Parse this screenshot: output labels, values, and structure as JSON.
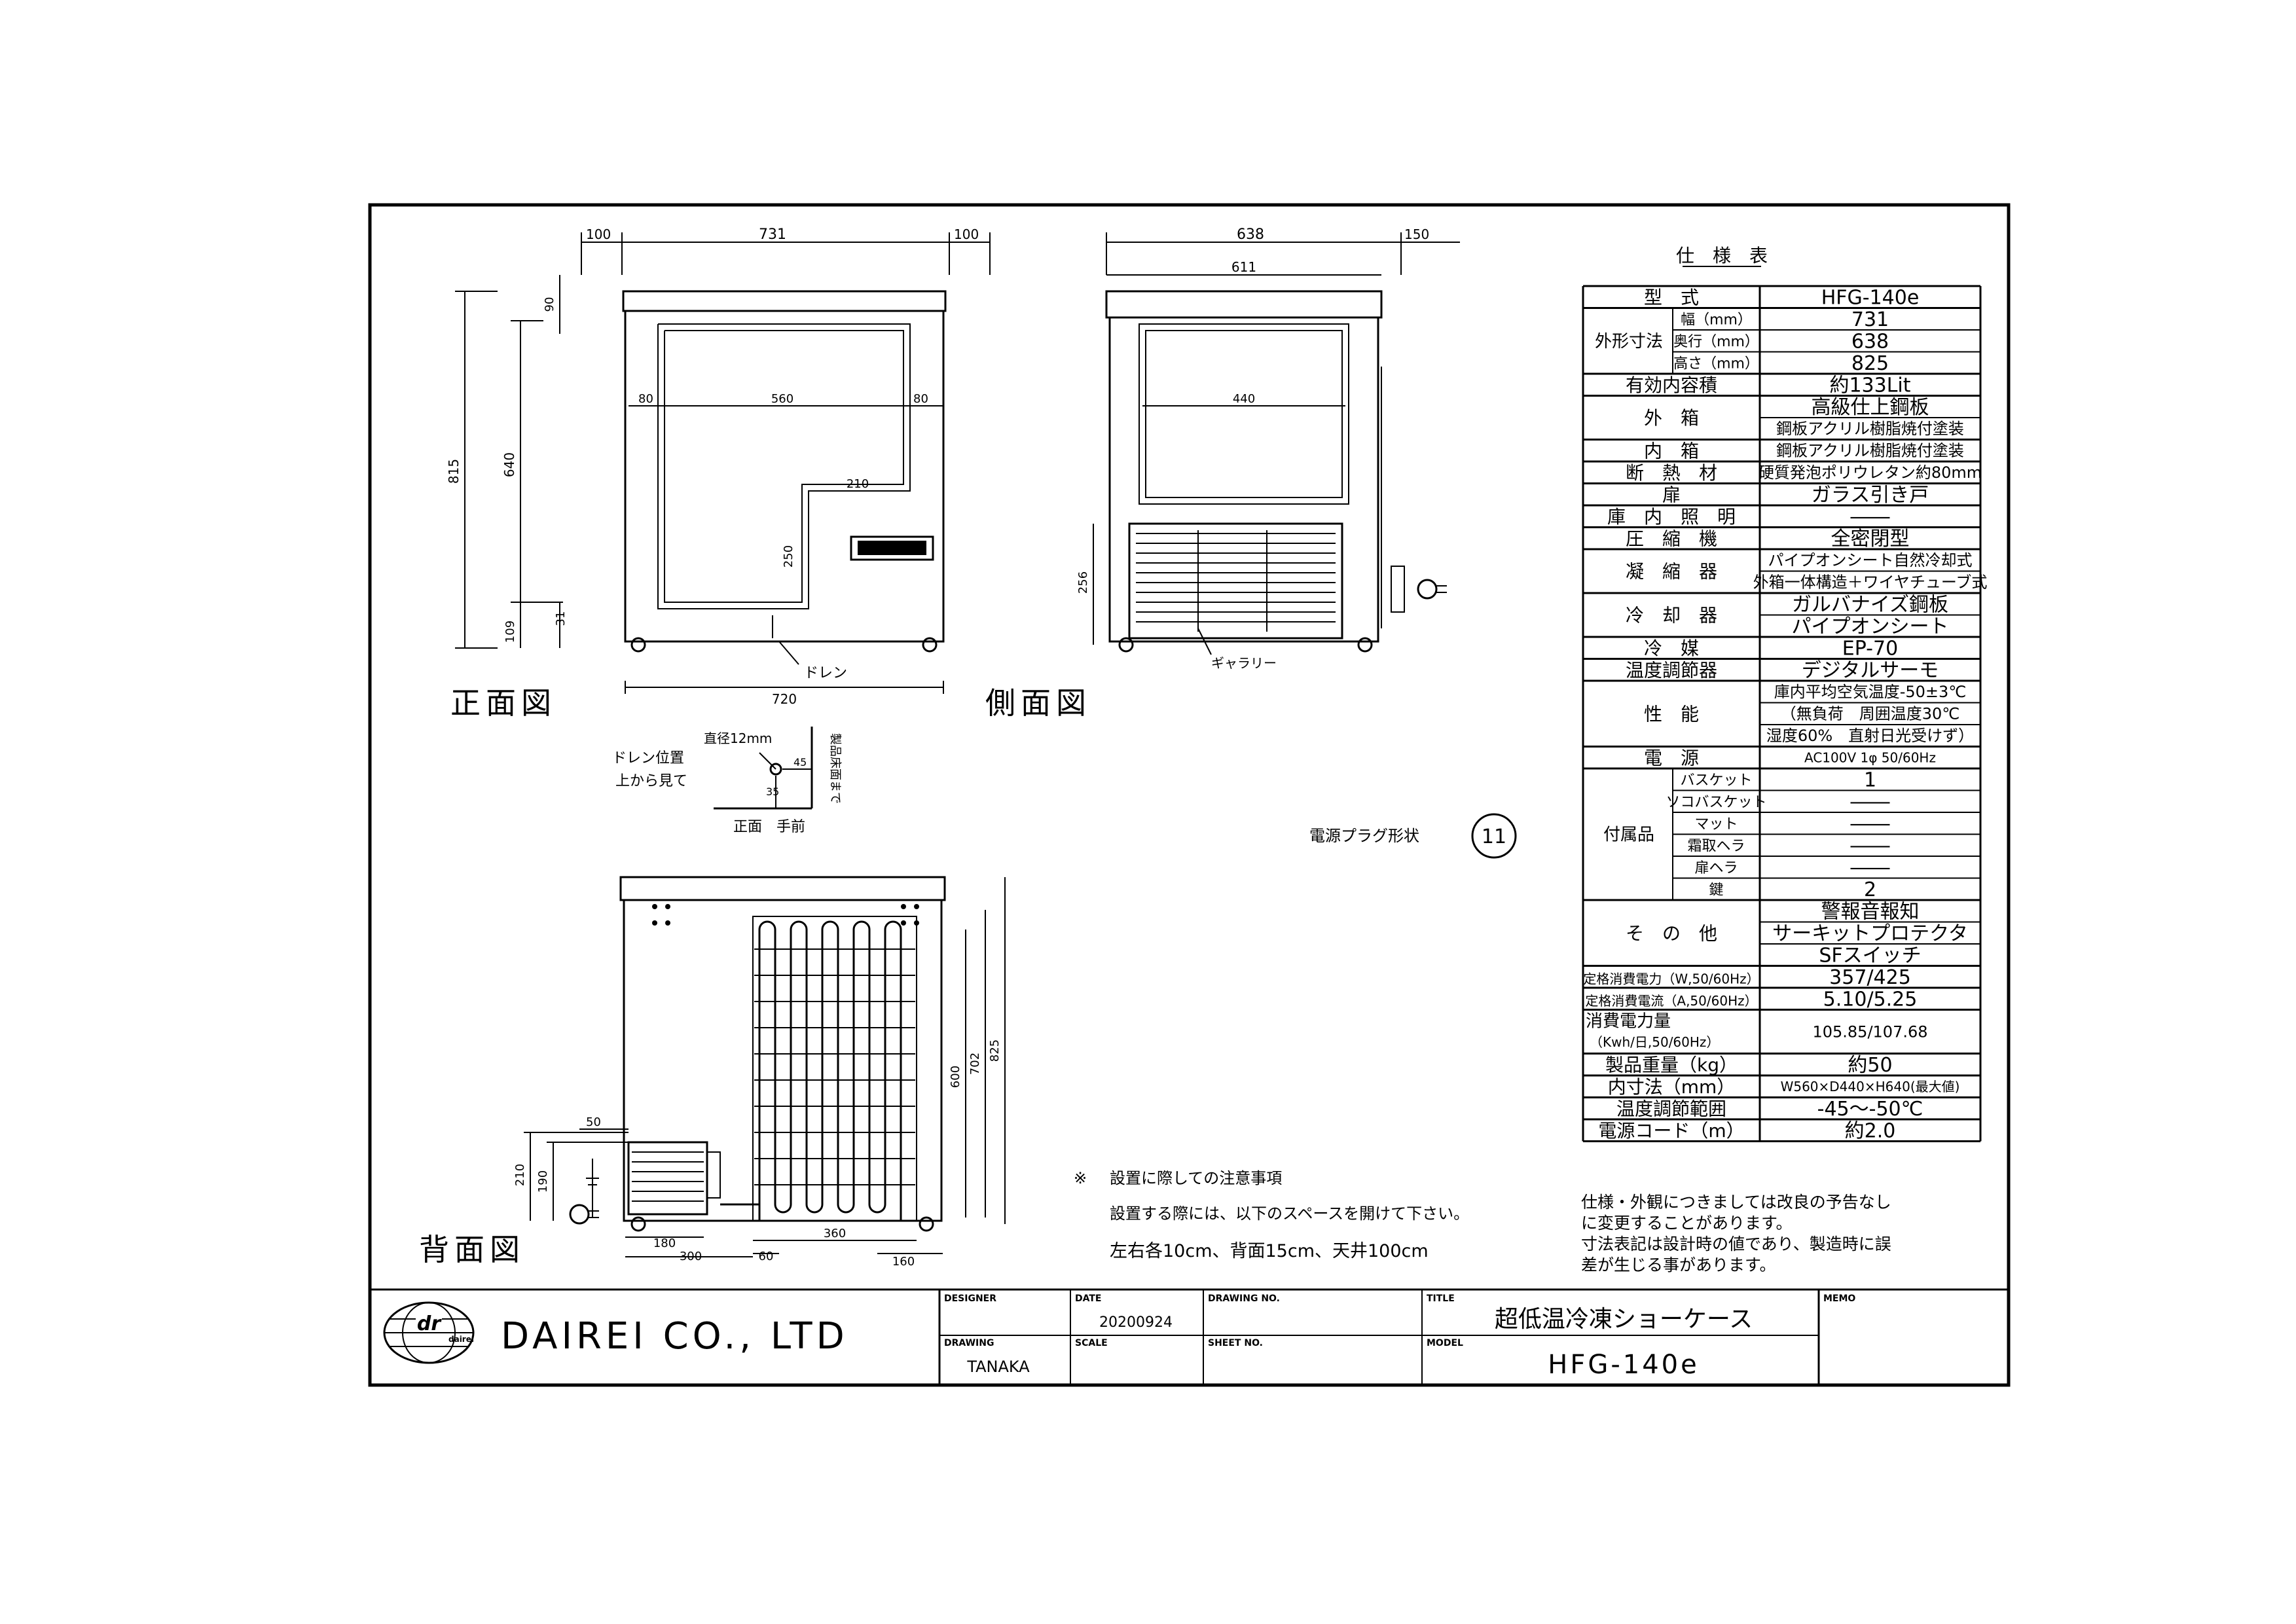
{
  "views": {
    "front_title": "正面図",
    "side_title": "側面図",
    "back_title": "背面図"
  },
  "front_dims": {
    "top_left_clear": "100",
    "width": "731",
    "top_right_clear": "100",
    "lid_height": "90",
    "height_815": "815",
    "height_640": "640",
    "height_31": "31",
    "height_109": "109",
    "left_80": "80",
    "inner_560": "560",
    "right_80": "80",
    "step_210": "210",
    "step_250": "250",
    "base_720": "720",
    "drain_label": "ドレン"
  },
  "side_dims": {
    "depth": "638",
    "rear_clear": "150",
    "depth_611": "611",
    "inner_440": "440",
    "height_256": "256",
    "gallery_label": "ギャラリー"
  },
  "drain_detail": {
    "title_line1": "ドレン位置",
    "title_line2": "上から見て",
    "diameter": "直径12mm",
    "dim_a": "45",
    "dim_b": "35",
    "side_note": "製品床面まで",
    "front_label": "正面　手前"
  },
  "plug": {
    "label": "電源プラグ形状",
    "code": "11"
  },
  "back_dims": {
    "dim_50": "50",
    "dim_210": "210",
    "dim_190": "190",
    "dim_180": "180",
    "dim_300": "300",
    "dim_60": "60",
    "dim_360": "360",
    "dim_160": "160",
    "dim_600": "600",
    "dim_702": "702",
    "dim_825": "825"
  },
  "install_note": {
    "mark": "※",
    "heading": "設置に際しての注意事項",
    "line1": "設置する際には、以下のスペースを開けて下さい。",
    "line2": "左右各10cm、背面15cm、天井100cm"
  },
  "spec": {
    "title": "仕　様　表",
    "rows": [
      {
        "label": "型　式",
        "value": "HFG-140e"
      },
      {
        "label": "外形寸法",
        "sub": [
          "幅（mm）",
          "奥行（mm）",
          "高さ（mm）"
        ],
        "values": [
          "731",
          "638",
          "825"
        ]
      },
      {
        "label": "有効内容積",
        "value": "約133Lit"
      },
      {
        "label": "外　箱",
        "values": [
          "高級仕上鋼板",
          "鋼板アクリル樹脂焼付塗装"
        ]
      },
      {
        "label": "内　箱",
        "value": "鋼板アクリル樹脂焼付塗装"
      },
      {
        "label": "断　熱　材",
        "value": "硬質発泡ポリウレタン約80mm"
      },
      {
        "label": "扉",
        "value": "ガラス引き戸"
      },
      {
        "label": "庫　内　照　明",
        "value": "――"
      },
      {
        "label": "圧　縮　機",
        "value": "全密閉型"
      },
      {
        "label": "凝　縮　器",
        "values": [
          "パイプオンシート自然冷却式",
          "外箱一体構造＋ワイヤチューブ式"
        ]
      },
      {
        "label": "冷　却　器",
        "values": [
          "ガルバナイズ鋼板",
          "パイプオンシート"
        ]
      },
      {
        "label": "冷　媒",
        "value": "EP-70"
      },
      {
        "label": "温度調節器",
        "value": "デジタルサーモ"
      },
      {
        "label": "性　能",
        "values": [
          "庫内平均空気温度-50±3℃",
          "（無負荷　周囲温度30℃",
          "湿度60%　直射日光受けず）"
        ]
      },
      {
        "label": "電　源",
        "value": "AC100V 1φ 50/60Hz"
      },
      {
        "label": "付属品",
        "sub": [
          "バスケット",
          "ソコバスケット",
          "マット",
          "霜取ヘラ",
          "扉ヘラ",
          "鍵"
        ],
        "values": [
          "1",
          "――",
          "――",
          "――",
          "――",
          "2"
        ]
      },
      {
        "label": "そ　の　他",
        "values": [
          "警報音報知",
          "サーキットプロテクタ",
          "SFスイッチ"
        ]
      },
      {
        "label": "定格消費電力（W,50/60Hz）",
        "value": "357/425"
      },
      {
        "label": "定格消費電流（A,50/60Hz）",
        "value": "5.10/5.25"
      },
      {
        "label": "消費電力量",
        "label2": "（Kwh/日,50/60Hz）",
        "value": "105.85/107.68"
      },
      {
        "label": "製品重量（kg）",
        "value": "約50"
      },
      {
        "label": "内寸法（mm）",
        "value": "W560×D440×H640(最大値)"
      },
      {
        "label": "温度調節範囲",
        "value": "-45～-50℃"
      },
      {
        "label": "電源コード（m）",
        "value": "約2.0"
      }
    ],
    "note_lines": [
      "仕様・外観につきましては改良の予告なし",
      "に変更することがあります。",
      "寸法表記は設計時の値であり、製造時に誤",
      "差が生じる事があります。"
    ]
  },
  "title_block": {
    "company": "DAIREI CO., LTD",
    "logo_text": "dr",
    "logo_sub": "dairei",
    "designer_label": "DESIGNER",
    "date_label": "DATE",
    "date_value": "20200924",
    "drawing_no_label": "DRAWING NO.",
    "title_label": "TITLE",
    "title_value": "超低温冷凍ショーケース",
    "memo_label": "MEMO",
    "drawing_label": "DRAWING",
    "drawing_value": "TANAKA",
    "scale_label": "SCALE",
    "sheet_no_label": "SHEET NO.",
    "model_label": "MODEL",
    "model_value": "HFG-140e"
  }
}
